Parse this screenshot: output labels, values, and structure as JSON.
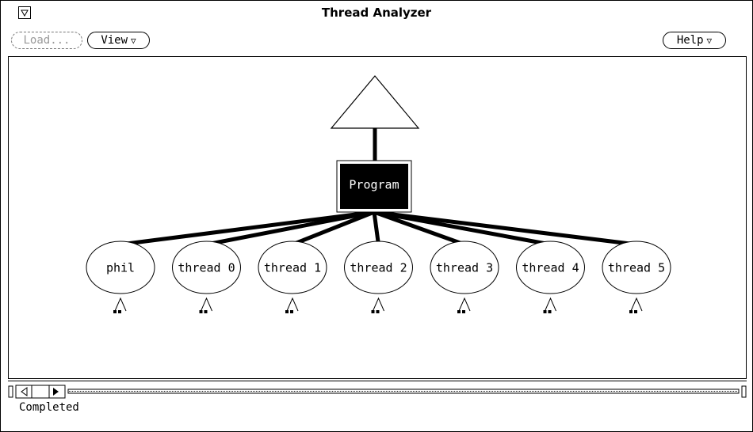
{
  "window": {
    "title": "Thread Analyzer"
  },
  "toolbar": {
    "load_label": "Load...",
    "view_label": "View",
    "help_label": "Help"
  },
  "tree": {
    "root_label": "Program",
    "children": [
      "phil",
      "thread 0",
      "thread 1",
      "thread 2",
      "thread 3",
      "thread 4",
      "thread 5"
    ]
  },
  "status": {
    "text": "Completed"
  },
  "icons": {
    "window_menu": "down-triangle-icon",
    "menu_arrow": "down-triangle-icon",
    "collapsed_parent": "up-triangle-icon",
    "expand_glyph": "subtree-expand-icon"
  }
}
